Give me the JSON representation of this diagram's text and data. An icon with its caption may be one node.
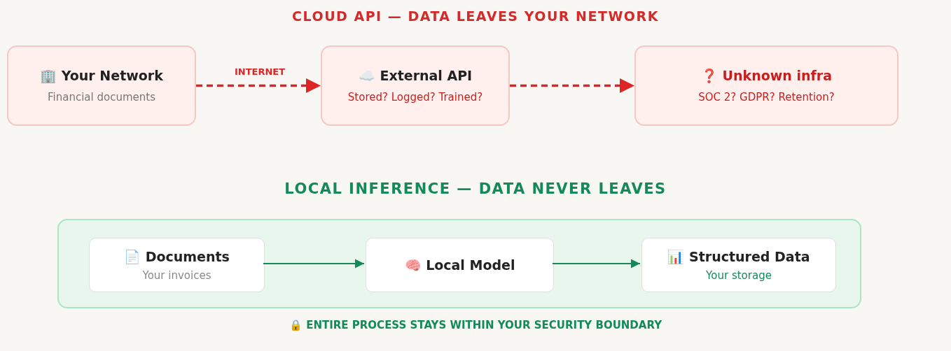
{
  "diagram": {
    "title": "CLOUD API — DATA LEAVES YOUR NETWORK",
    "nodes": [
      {
        "text": [
          "🏢 Your Network",
          "Financial documents"
        ]
      },
      {
        "text": [
          "☁️ External API",
          "Stored? Logged? Trained?"
        ]
      },
      {
        "text": [
          "❓ Unknown infra",
          "SOC 2? GDPR? Retention?"
        ]
      },
      {
        "text": [],
        "shape": "box"
      },
      {
        "text": [
          "📄 Documents",
          "Your invoices"
        ],
        "in": 3
      },
      {
        "text": [
          "🧠 Local Model"
        ],
        "in": 3
      },
      {
        "text": [
          "📊 Structured Data",
          "Your storage"
        ],
        "in": 3
      }
    ],
    "edges": [
      {
        "from": 0,
        "to": 1,
        "arrow": "to",
        "label": "INTERNET",
        "style": "dashed",
        "color": "#dc2626"
      },
      {
        "from": 1,
        "to": 2,
        "arrow": "to",
        "style": "dashed",
        "color": "#dc2626"
      },
      {
        "from": 4,
        "to": 5,
        "arrow": "to",
        "color": "#14895a"
      },
      {
        "from": 5,
        "to": 6,
        "arrow": "to",
        "color": "#14895a"
      }
    ],
    "labels": [
      "LOCAL INFERENCE — DATA NEVER LEAVES",
      "🔒 ENTIRE PROCESS STAYS WITHIN YOUR SECURITY BOUNDARY"
    ]
  }
}
